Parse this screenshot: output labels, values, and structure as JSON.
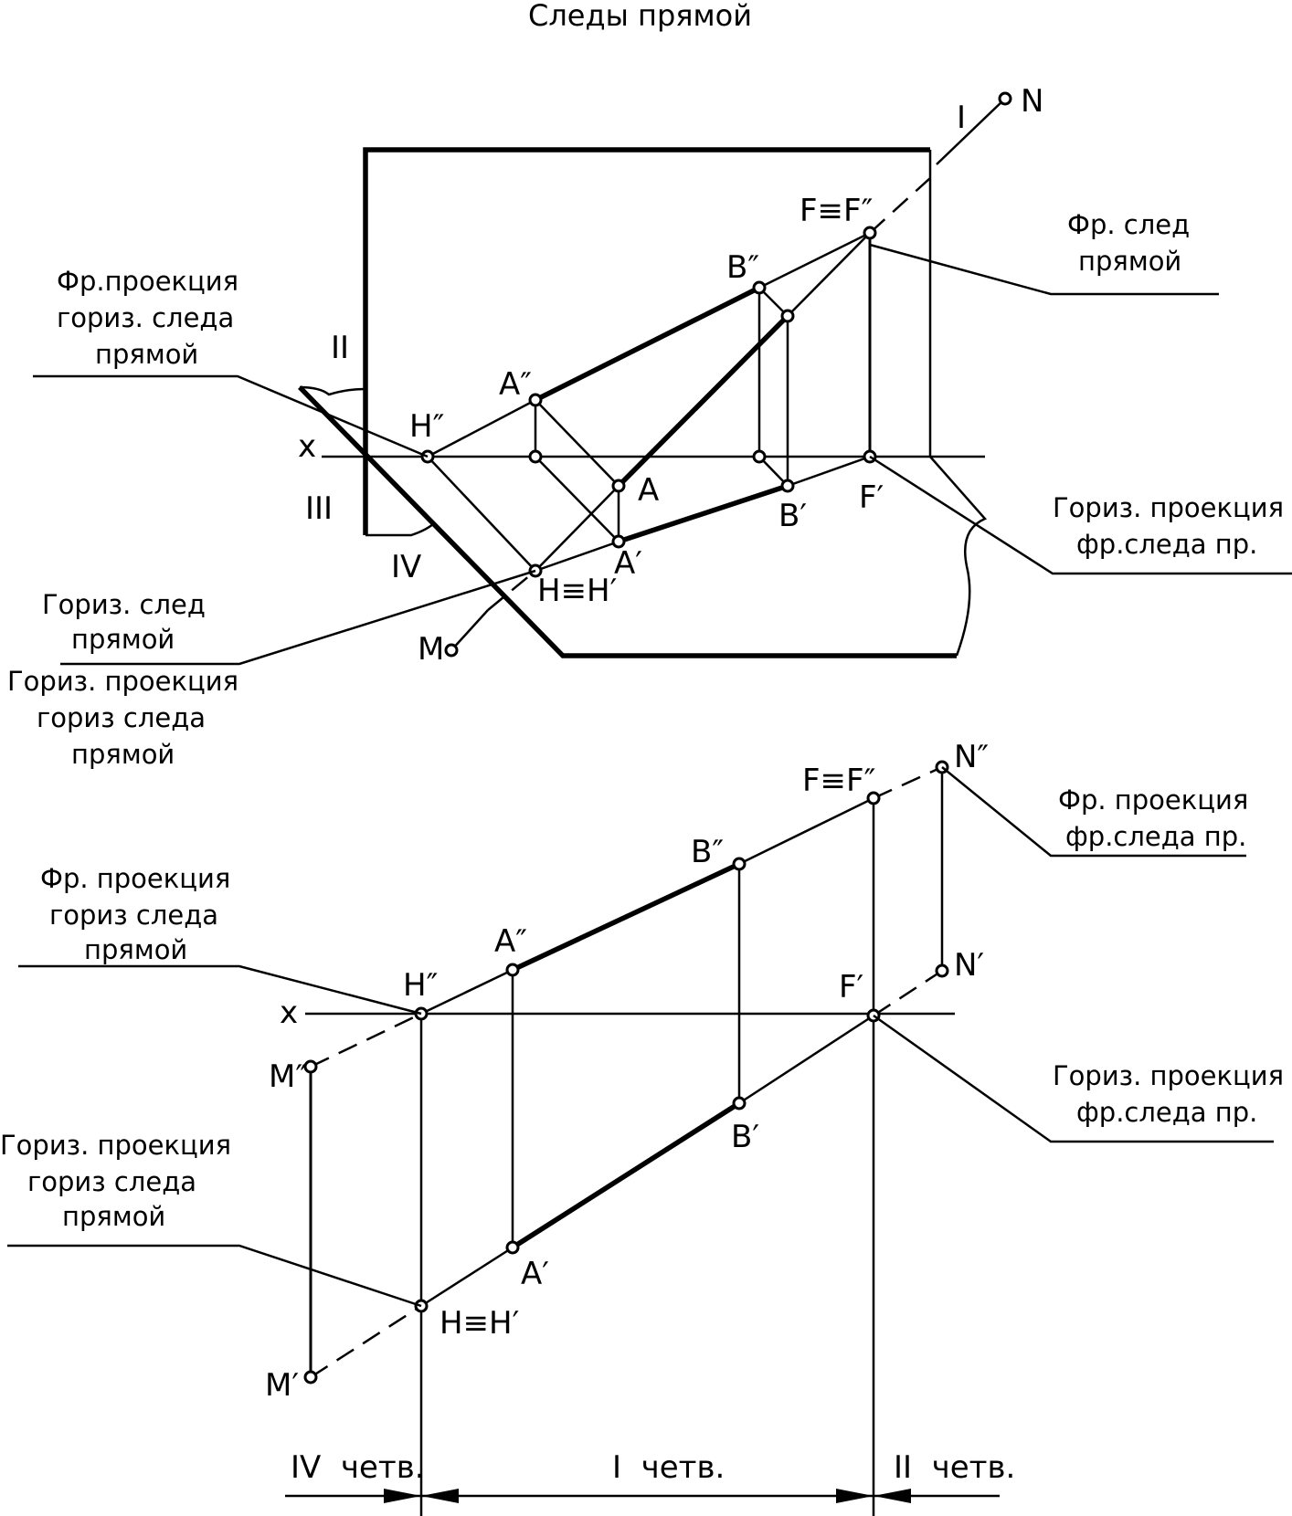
{
  "title": "Следы прямой",
  "top_figure": {
    "quadrants": [
      "I",
      "II",
      "III",
      "IV"
    ],
    "axis": "x",
    "points": {
      "N": "N",
      "M": "M",
      "A": "A",
      "A2": "A″",
      "B2": "B″",
      "H2": "H″",
      "F_eq": "F≡F″",
      "A1": "A′",
      "B1": "B′",
      "F1": "F′",
      "H_eq": "H≡H′"
    },
    "callouts": {
      "front_trace": [
        "Фр. след",
        "прямой"
      ],
      "front_proj_hor_trace": [
        "Фр.проекция",
        "гориз. следа",
        "прямой"
      ],
      "hor_proj_front_trace": [
        "Гориз. проекция",
        "фр.следа пр."
      ],
      "hor_trace": [
        "Гориз. след",
        "прямой"
      ],
      "hor_proj_hor_trace": [
        "Гориз. проекция",
        "гориз следа",
        "прямой"
      ]
    }
  },
  "bottom_figure": {
    "axis": "x",
    "points": {
      "N2": "N″",
      "N1": "N′",
      "F_eq": "F≡F″",
      "F1": "F′",
      "B2": "B″",
      "B1": "B′",
      "A2": "A″",
      "A1": "A′",
      "H2": "H″",
      "H_eq": "H≡H′",
      "M2": "M″",
      "M1": "M′"
    },
    "callouts": {
      "front_proj_front_trace": [
        "Фр. проекция",
        "фр.следа пр."
      ],
      "front_proj_hor_trace": [
        "Фр. проекция",
        "гориз следа",
        "прямой"
      ],
      "hor_proj_front_trace": [
        "Гориз. проекция",
        "фр.следа пр."
      ],
      "hor_proj_hor_trace": [
        "Гориз. проекция",
        "гориз следа",
        "прямой"
      ]
    },
    "quarters": [
      "IV  четв.",
      "I  четв.",
      "II  четв."
    ]
  }
}
